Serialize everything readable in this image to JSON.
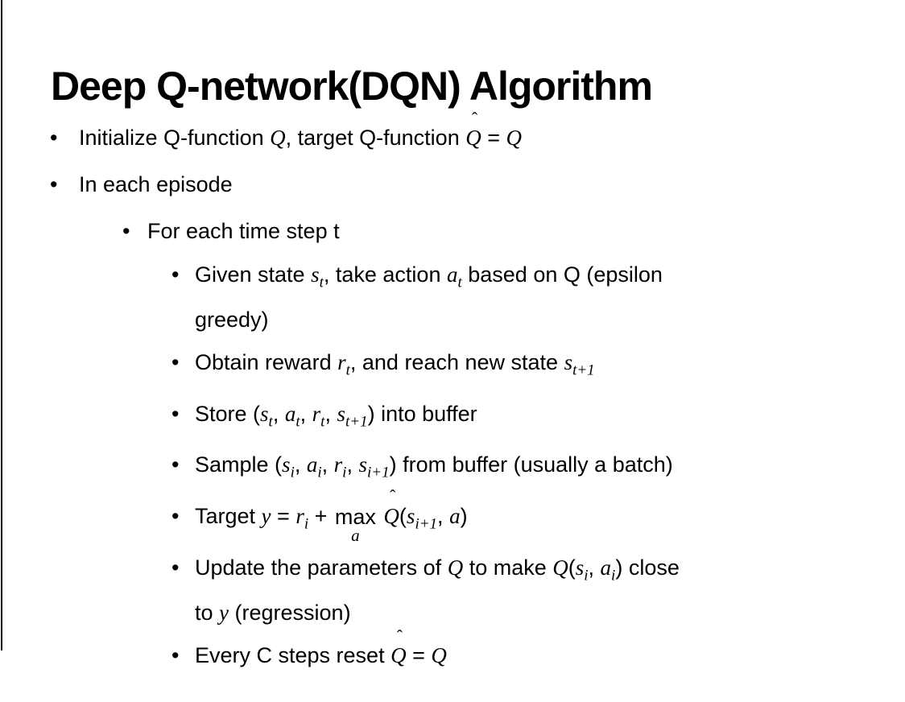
{
  "page": {
    "background_color": "#ffffff",
    "border_color": "#000000",
    "text_color": "#000000",
    "bullet_char": "•"
  },
  "slide": {
    "title": "Deep Q-network(DQN) Algorithm",
    "bullets": [
      {
        "level": 1,
        "runs": [
          {
            "text": "Initialize Q-function "
          },
          {
            "math": "Q"
          },
          {
            "text": ", target Q-function "
          },
          {
            "math": "Q",
            "hat": true
          },
          {
            "text": " = "
          },
          {
            "math": "Q"
          }
        ]
      },
      {
        "level": 1,
        "runs": [
          {
            "text": "In each episode"
          }
        ]
      },
      {
        "level": 2,
        "runs": [
          {
            "text": "For each time step t"
          }
        ]
      },
      {
        "level": 3,
        "runs": [
          {
            "text": "Given state "
          },
          {
            "math": "s",
            "sub": "t"
          },
          {
            "text": ", take action "
          },
          {
            "math": "a",
            "sub": "t"
          },
          {
            "text": " based on Q (epsilon"
          },
          {
            "br": true
          },
          {
            "text": "greedy)"
          }
        ]
      },
      {
        "level": 3,
        "runs": [
          {
            "text": "Obtain reward "
          },
          {
            "math": "r",
            "sub": "t"
          },
          {
            "text": ", and reach new state "
          },
          {
            "math": "s",
            "sub": "t+1"
          }
        ]
      },
      {
        "level": 3,
        "runs": [
          {
            "text": "Store ("
          },
          {
            "math": "s",
            "sub": "t"
          },
          {
            "text": ", "
          },
          {
            "math": "a",
            "sub": "t"
          },
          {
            "text": ", "
          },
          {
            "math": "r",
            "sub": "t"
          },
          {
            "text": ", "
          },
          {
            "math": "s",
            "sub": "t+1"
          },
          {
            "text": ") into buffer"
          }
        ]
      },
      {
        "level": 3,
        "runs": [
          {
            "text": "Sample ("
          },
          {
            "math": "s",
            "sub": "i"
          },
          {
            "text": ", "
          },
          {
            "math": "a",
            "sub": "i"
          },
          {
            "text": ", "
          },
          {
            "math": "r",
            "sub": "i"
          },
          {
            "text": ", "
          },
          {
            "math": "s",
            "sub": "i+1"
          },
          {
            "text": ") from buffer (usually a batch)"
          }
        ]
      },
      {
        "level": 3,
        "runs": [
          {
            "text": "Target "
          },
          {
            "math": "y"
          },
          {
            "text": " = "
          },
          {
            "math": "r",
            "sub": "i"
          },
          {
            "text": " + "
          },
          {
            "stack": {
              "top": "max",
              "bottom": "a"
            }
          },
          {
            "text": " "
          },
          {
            "math": "Q",
            "hat": true
          },
          {
            "text": "("
          },
          {
            "math": "s",
            "sub": "i+1"
          },
          {
            "text": ", "
          },
          {
            "math": "a"
          },
          {
            "text": ")"
          }
        ]
      },
      {
        "level": 3,
        "runs": [
          {
            "text": "Update the parameters of "
          },
          {
            "math": "Q"
          },
          {
            "text": " to make "
          },
          {
            "math": "Q"
          },
          {
            "text": "("
          },
          {
            "math": "s",
            "sub": "i"
          },
          {
            "text": ", "
          },
          {
            "math": "a",
            "sub": "i"
          },
          {
            "text": ") close"
          },
          {
            "br": true
          },
          {
            "text": "to "
          },
          {
            "math": "y"
          },
          {
            "text": " (regression)"
          }
        ]
      },
      {
        "level": 3,
        "runs": [
          {
            "text": "Every C steps reset "
          },
          {
            "math": "Q",
            "hat": true
          },
          {
            "text": " = "
          },
          {
            "math": "Q"
          }
        ]
      }
    ]
  }
}
